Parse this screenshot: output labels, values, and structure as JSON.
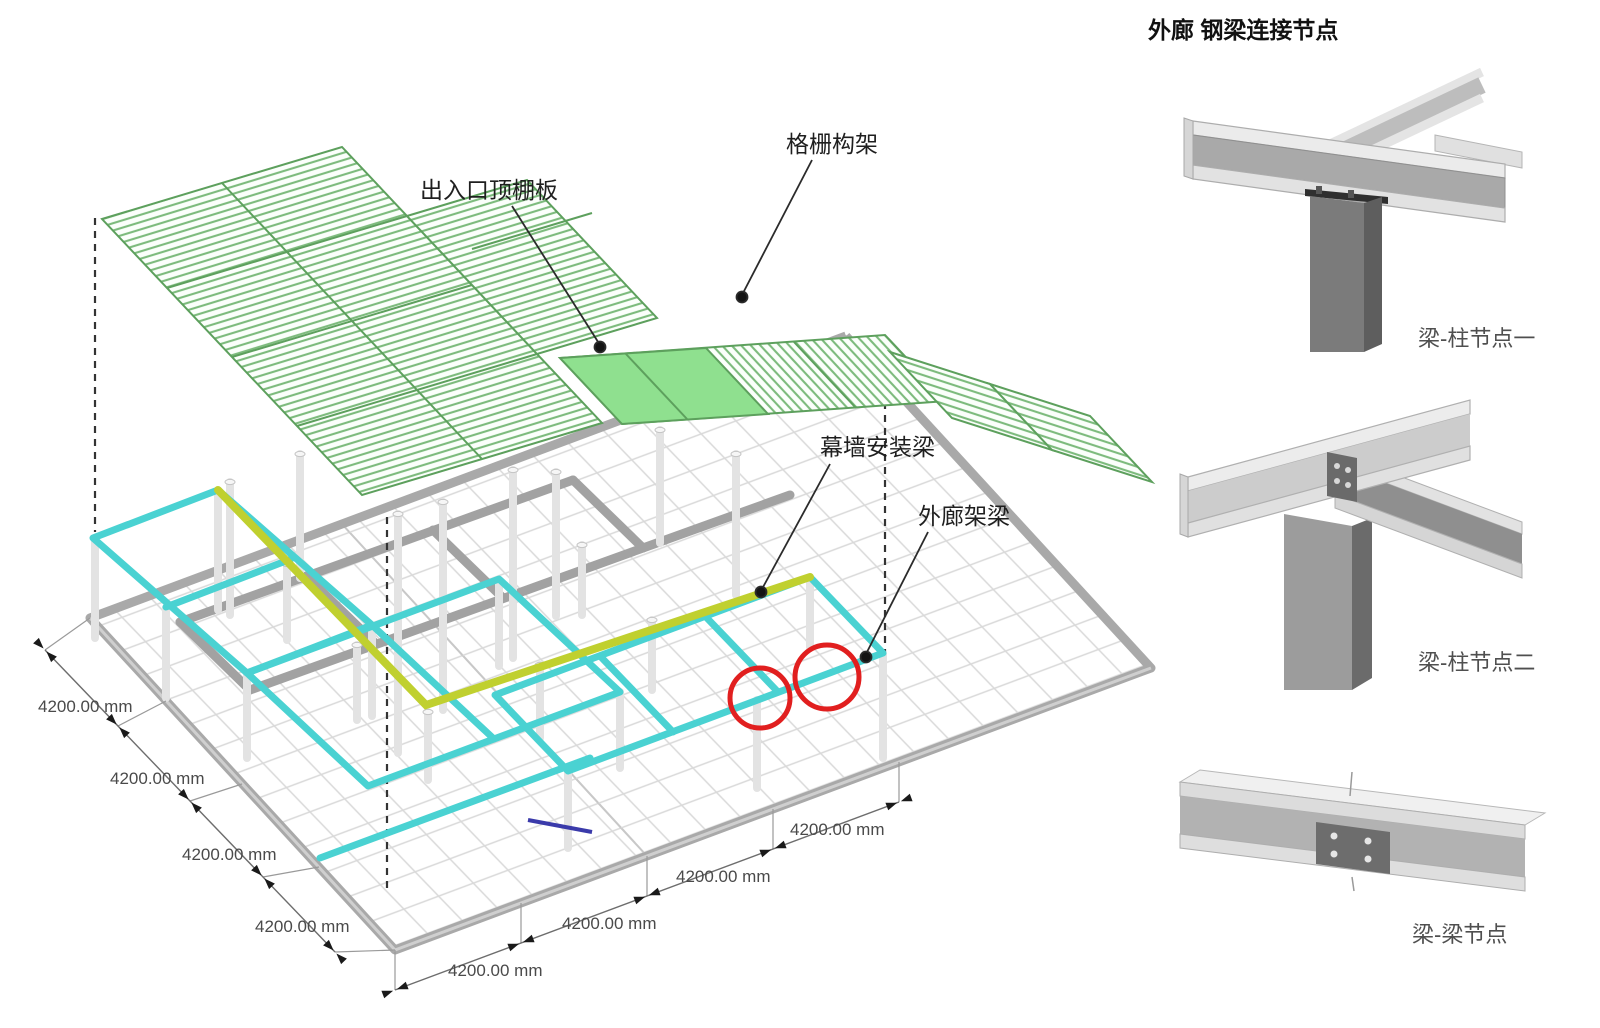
{
  "main_view": {
    "annotations": {
      "canopy_panel": "出入口顶棚板",
      "grille_frame": "格栅构架",
      "curtain_wall_beam": "幕墙安装梁",
      "corridor_beam": "外廊架梁"
    },
    "dimension_label": "4200.00 mm",
    "dimension_count_left": 4,
    "dimension_count_bottom": 4
  },
  "details_panel": {
    "title": "外廊 钢梁连接节点",
    "captions": [
      "梁-柱节点一",
      "梁-柱节点二",
      "梁-梁节点"
    ]
  },
  "colors": {
    "corridor_beam_cyan": "#4ad2d2",
    "curtain_wall_beam_yellow": "#c0d02f",
    "grille_green": "#7dbb7d",
    "grille_border": "#5da05d",
    "solid_panel_green": "#8fe08f",
    "highlight_red": "#e11f1f",
    "structure_gray": "#a8a8a8",
    "column_white": "#f2f2f2",
    "detail_column_dark": "#787878",
    "accent_blue": "#3a3aaa"
  }
}
